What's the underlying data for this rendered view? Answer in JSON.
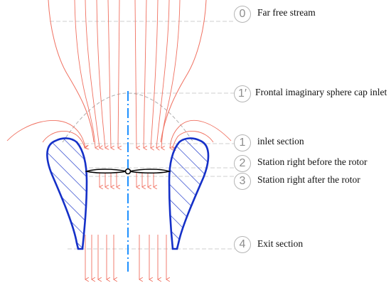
{
  "stations": [
    {
      "id": "0",
      "label": "Far free stream"
    },
    {
      "id": "1′",
      "label": "Frontal imaginary sphere cap inlet"
    },
    {
      "id": "1",
      "label": "inlet  section"
    },
    {
      "id": "2",
      "label": "Station right  before the rotor"
    },
    {
      "id": "3",
      "label": "Station right after the rotor"
    },
    {
      "id": "4",
      "label": "Exit section"
    }
  ],
  "colors": {
    "streamline": "#f07060",
    "duct": "#1530c8",
    "axis": "#1e90ff",
    "reference_line": "#cfcfcf",
    "rotor": "#000000"
  },
  "icons": {
    "rotor": "rotor-blade-icon",
    "flow_arrow": "arrow-down-icon"
  }
}
